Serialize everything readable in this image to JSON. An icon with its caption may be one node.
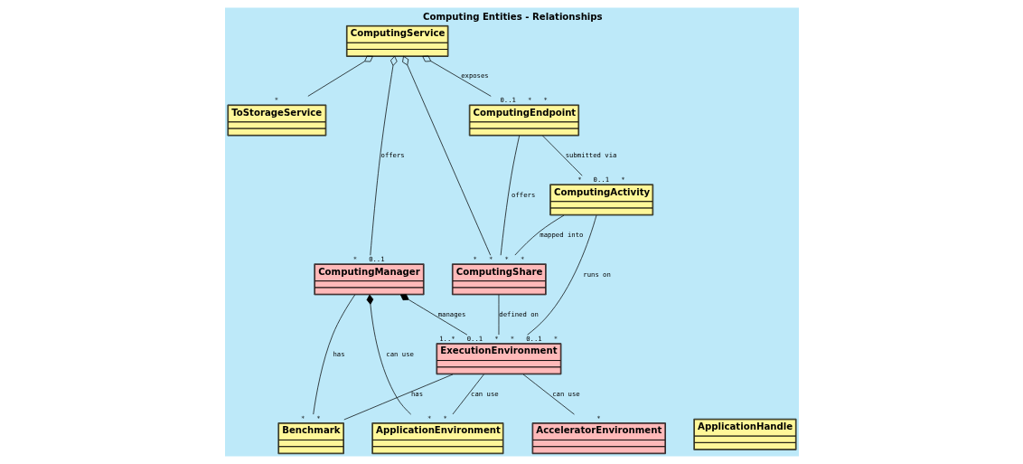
{
  "diagram": {
    "title": "Computing Entities - Relationships",
    "nodes": [
      {
        "text": [
          "ToStorageService"
        ],
        "beside": [
          "*"
        ]
      },
      {
        "text": [
          "ComputingService"
        ]
      },
      {
        "text": [
          "ComputingManager"
        ],
        "beside": [
          "*",
          "0..1"
        ]
      },
      {
        "text": [
          "ComputingEndpoint"
        ],
        "beside": [
          "0..1",
          "*",
          "*"
        ]
      },
      {
        "text": [
          "ComputingShare"
        ],
        "beside": [
          "*",
          "*",
          "*",
          "*"
        ]
      },
      {
        "text": [
          "Benchmark"
        ],
        "beside": [
          "*",
          "*"
        ]
      },
      {
        "text": [
          "ComputingActivity"
        ],
        "beside": [
          "*",
          "0..1",
          "*"
        ]
      },
      {
        "text": [
          "ExecutionEnvironment"
        ],
        "beside": [
          "1..*",
          "0..1",
          "*",
          "*",
          "0..1",
          "*"
        ]
      },
      {
        "text": [
          "AcceleratorEnvironment"
        ],
        "beside": [
          "*"
        ]
      },
      {
        "text": [
          "ApplicationHandle"
        ]
      },
      {
        "text": [
          "ApplicationEnvironment"
        ],
        "beside": [
          "*",
          "*"
        ]
      }
    ],
    "edges": [
      {
        "from": 1,
        "to": 0,
        "arrow": "other"
      },
      {
        "from": 1,
        "to": 2,
        "arrow": "other",
        "label": "offers"
      },
      {
        "from": 1,
        "to": 3,
        "arrow": "other",
        "label": "exposes"
      },
      {
        "from": 1,
        "to": 4,
        "arrow": "other"
      },
      {
        "from": 3,
        "to": 4,
        "arrow": "none",
        "label": "offers"
      },
      {
        "from": 3,
        "to": 6,
        "arrow": "none",
        "label": "submitted via"
      },
      {
        "from": 6,
        "to": 4,
        "arrow": "none",
        "label": "mapped into"
      },
      {
        "from": 4,
        "to": 7,
        "arrow": "none",
        "label": "defined on"
      },
      {
        "from": 2,
        "to": 7,
        "arrow": "other",
        "label": "manages"
      },
      {
        "from": 2,
        "to": 5,
        "arrow": "none",
        "label": "has"
      },
      {
        "from": 7,
        "to": 5,
        "arrow": "none",
        "label": "has"
      },
      {
        "from": 6,
        "to": 7,
        "arrow": "none",
        "label": "runs on"
      },
      {
        "from": 7,
        "to": 8,
        "arrow": "none",
        "label": "can use"
      },
      {
        "from": 7,
        "to": 10,
        "arrow": "none",
        "label": "can use"
      },
      {
        "from": 2,
        "to": 10,
        "arrow": "other",
        "label": "can use"
      }
    ]
  }
}
